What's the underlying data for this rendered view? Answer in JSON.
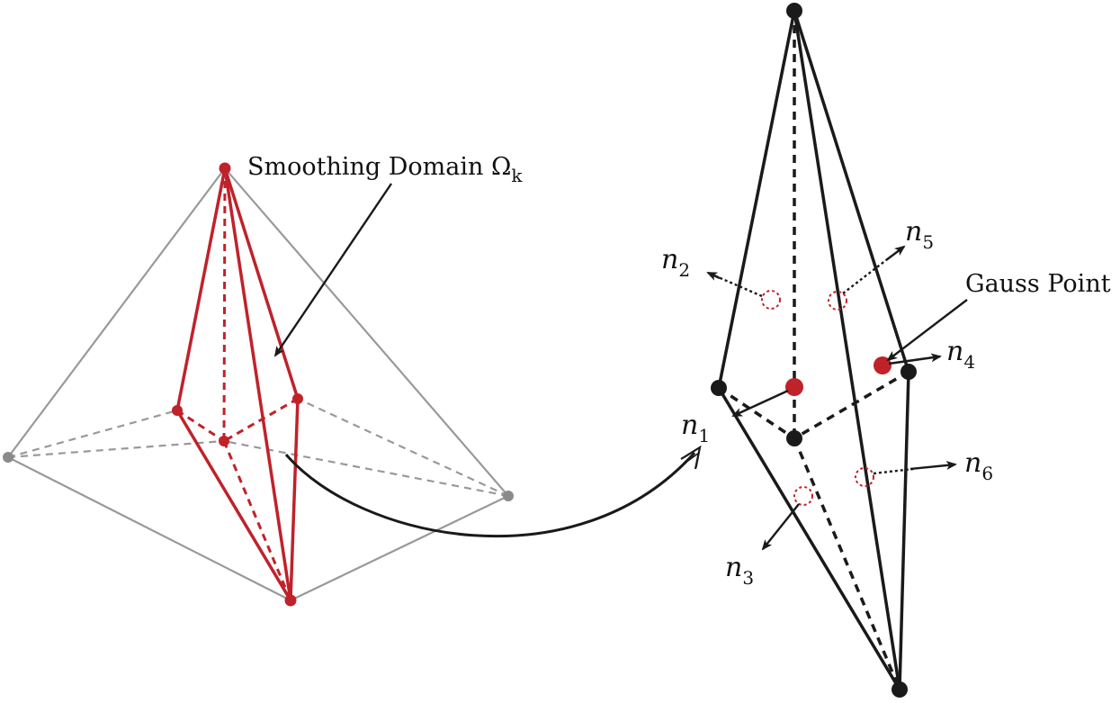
{
  "labels": {
    "smoothing_domain": {
      "text": "Smoothing Domain Ω",
      "sub": "k"
    },
    "gauss_point": "Gauss Point",
    "normals": [
      {
        "base": "n",
        "sub": "1"
      },
      {
        "base": "n",
        "sub": "2"
      },
      {
        "base": "n",
        "sub": "3"
      },
      {
        "base": "n",
        "sub": "4"
      },
      {
        "base": "n",
        "sub": "5"
      },
      {
        "base": "n",
        "sub": "6"
      }
    ]
  },
  "colors": {
    "domain": "#c0222a",
    "outline": "#1a1a1a",
    "mesh": "#999999",
    "mesh_vertex": "#8a8a8a"
  }
}
